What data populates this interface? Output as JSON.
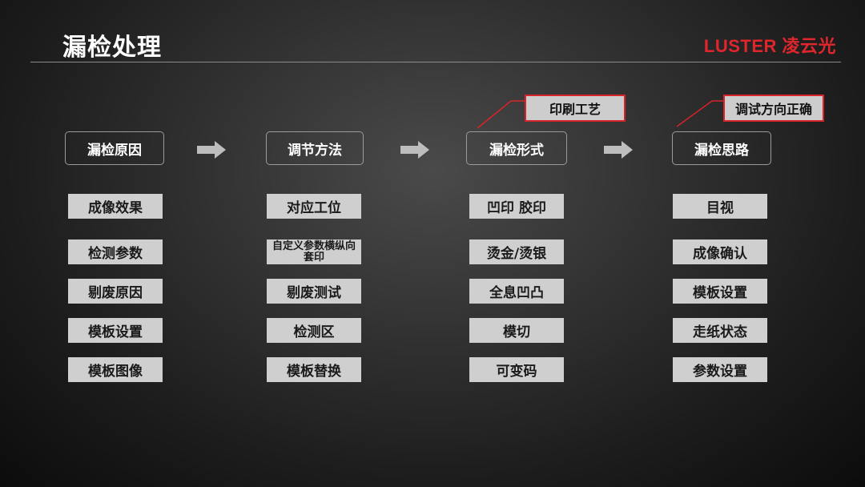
{
  "slide": {
    "title": "漏检处理",
    "brand": "LUSTER 凌云光"
  },
  "columns": [
    {
      "header": "漏检原因",
      "items": [
        "成像效果",
        "检测参数",
        "剔废原因",
        "模板设置",
        "模板图像"
      ]
    },
    {
      "header": "调节方法",
      "items": [
        "对应工位",
        "自定义参数横纵向套印",
        "剔废测试",
        "检测区",
        "模板替换"
      ]
    },
    {
      "header": "漏检形式",
      "items": [
        "凹印 胶印",
        "烫金/烫银",
        "全息凹凸",
        "模切",
        "可变码"
      ]
    },
    {
      "header": "漏检思路",
      "items": [
        "目视",
        "成像确认",
        "模板设置",
        "走纸状态",
        "参数设置"
      ]
    }
  ],
  "tags": {
    "col3": "印刷工艺",
    "col4": "调试方向正确"
  },
  "colors": {
    "accent_red": "#d6242b",
    "item_bg": "#cfcfcf"
  }
}
